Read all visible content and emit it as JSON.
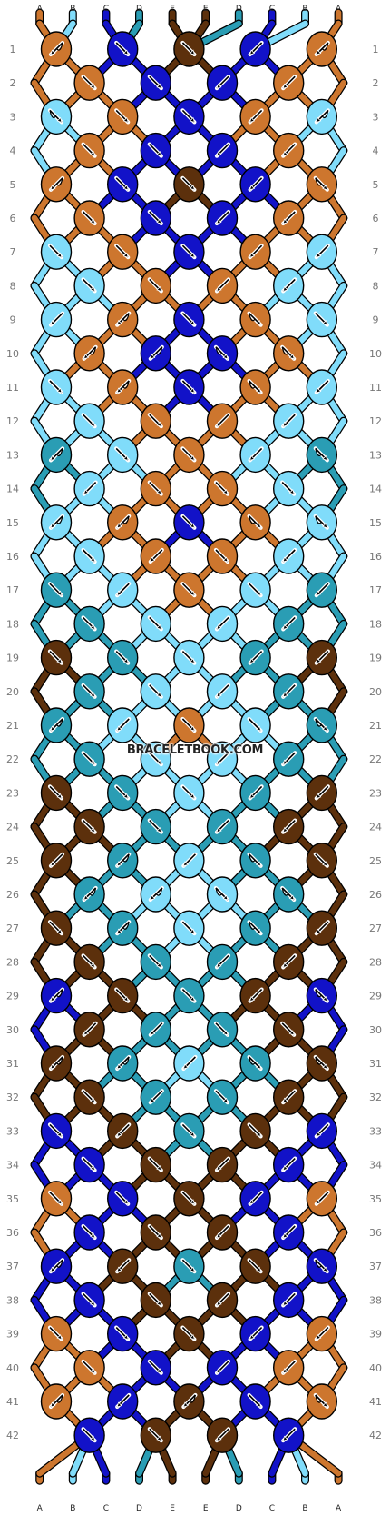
{
  "watermark": "BRACELETBOOK.COM",
  "strand_labels": [
    "A",
    "B",
    "C",
    "D",
    "E",
    "E",
    "D",
    "C",
    "B",
    "A"
  ],
  "row_labels": [
    "1",
    "2",
    "3",
    "4",
    "5",
    "6",
    "7",
    "8",
    "9",
    "10",
    "11",
    "12",
    "13",
    "14",
    "15",
    "16",
    "17",
    "18",
    "19",
    "20",
    "21",
    "22",
    "23",
    "24",
    "25",
    "26",
    "27",
    "28",
    "29",
    "30",
    "31",
    "32",
    "33",
    "34",
    "35",
    "36",
    "37",
    "38",
    "39",
    "40",
    "41",
    "42"
  ],
  "colors": {
    "A": "#cd762e",
    "B": "#80dcfa",
    "C": "#1212c8",
    "D": "#2a9db4",
    "E": "#5c300c",
    "outline": "#000000",
    "background": "#ffffff",
    "row_label": "#777777"
  },
  "knot_rows": [
    [
      [
        "A",
        "bl"
      ],
      [
        "C",
        "fr"
      ],
      [
        "E",
        "fr"
      ],
      [
        "C",
        "fl"
      ],
      [
        "A",
        "bl"
      ]
    ],
    [
      [
        "A",
        "f"
      ],
      [
        "C",
        "f"
      ],
      [
        "C",
        "fl"
      ],
      [
        "A",
        "fl"
      ]
    ],
    [
      [
        "B",
        "br"
      ],
      [
        "A",
        "f"
      ],
      [
        "C",
        "f"
      ],
      [
        "A",
        "fl"
      ],
      [
        "B",
        "bl"
      ]
    ],
    [
      [
        "A",
        "f"
      ],
      [
        "C",
        "f"
      ],
      [
        "C",
        "fl"
      ],
      [
        "A",
        "fl"
      ]
    ],
    [
      [
        "A",
        "bl"
      ],
      [
        "C",
        "f"
      ],
      [
        "E",
        "fr"
      ],
      [
        "C",
        "fl"
      ],
      [
        "A",
        "br"
      ]
    ],
    [
      [
        "A",
        "f"
      ],
      [
        "C",
        "f"
      ],
      [
        "C",
        "fl"
      ],
      [
        "A",
        "fl"
      ]
    ],
    [
      [
        "B",
        "f"
      ],
      [
        "A",
        "f"
      ],
      [
        "C",
        "f"
      ],
      [
        "A",
        "fl"
      ],
      [
        "B",
        "fl"
      ]
    ],
    [
      [
        "B",
        "f"
      ],
      [
        "A",
        "f"
      ],
      [
        "A",
        "fl"
      ],
      [
        "B",
        "fl"
      ]
    ],
    [
      [
        "B",
        "fl"
      ],
      [
        "A",
        "bl"
      ],
      [
        "C",
        "f"
      ],
      [
        "A",
        "br"
      ],
      [
        "B",
        "f"
      ]
    ],
    [
      [
        "A",
        "bl"
      ],
      [
        "C",
        "bl"
      ],
      [
        "C",
        "br"
      ],
      [
        "A",
        "br"
      ]
    ],
    [
      [
        "B",
        "f"
      ],
      [
        "A",
        "bl"
      ],
      [
        "C",
        "f"
      ],
      [
        "A",
        "br"
      ],
      [
        "B",
        "fl"
      ]
    ],
    [
      [
        "B",
        "f"
      ],
      [
        "A",
        "f"
      ],
      [
        "A",
        "fl"
      ],
      [
        "B",
        "fl"
      ]
    ],
    [
      [
        "D",
        "bl"
      ],
      [
        "B",
        "f"
      ],
      [
        "A",
        "f"
      ],
      [
        "B",
        "fl"
      ],
      [
        "D",
        "br"
      ]
    ],
    [
      [
        "B",
        "fl"
      ],
      [
        "A",
        "f"
      ],
      [
        "A",
        "f"
      ],
      [
        "B",
        "f"
      ]
    ],
    [
      [
        "B",
        "bl"
      ],
      [
        "A",
        "bl"
      ],
      [
        "C",
        "f"
      ],
      [
        "A",
        "br"
      ],
      [
        "B",
        "br"
      ]
    ],
    [
      [
        "B",
        "f"
      ],
      [
        "A",
        "fl"
      ],
      [
        "A",
        "f"
      ],
      [
        "B",
        "fl"
      ]
    ],
    [
      [
        "D",
        "f"
      ],
      [
        "B",
        "fl"
      ],
      [
        "A",
        "f"
      ],
      [
        "B",
        "f"
      ],
      [
        "D",
        "fl"
      ]
    ],
    [
      [
        "D",
        "f"
      ],
      [
        "B",
        "f"
      ],
      [
        "B",
        "fl"
      ],
      [
        "D",
        "fl"
      ]
    ],
    [
      [
        "E",
        "f"
      ],
      [
        "D",
        "f"
      ],
      [
        "B",
        "f"
      ],
      [
        "D",
        "fl"
      ],
      [
        "E",
        "fl"
      ]
    ],
    [
      [
        "D",
        "f"
      ],
      [
        "B",
        "f"
      ],
      [
        "B",
        "fl"
      ],
      [
        "D",
        "fl"
      ]
    ],
    [
      [
        "D",
        "bl"
      ],
      [
        "B",
        "fl"
      ],
      [
        "A",
        "f"
      ],
      [
        "B",
        "f"
      ],
      [
        "D",
        "br"
      ]
    ],
    [
      [
        "D",
        "f"
      ],
      [
        "B",
        "f"
      ],
      [
        "B",
        "fl"
      ],
      [
        "D",
        "fl"
      ]
    ],
    [
      [
        "E",
        "f"
      ],
      [
        "D",
        "f"
      ],
      [
        "B",
        "f"
      ],
      [
        "D",
        "fl"
      ],
      [
        "E",
        "fl"
      ]
    ],
    [
      [
        "E",
        "f"
      ],
      [
        "D",
        "f"
      ],
      [
        "D",
        "fl"
      ],
      [
        "E",
        "fl"
      ]
    ],
    [
      [
        "E",
        "fl"
      ],
      [
        "D",
        "bl"
      ],
      [
        "B",
        "fl"
      ],
      [
        "D",
        "br"
      ],
      [
        "E",
        "f"
      ]
    ],
    [
      [
        "D",
        "bl"
      ],
      [
        "B",
        "bl"
      ],
      [
        "B",
        "br"
      ],
      [
        "D",
        "br"
      ]
    ],
    [
      [
        "E",
        "f"
      ],
      [
        "D",
        "bl"
      ],
      [
        "B",
        "f"
      ],
      [
        "D",
        "br"
      ],
      [
        "E",
        "fl"
      ]
    ],
    [
      [
        "E",
        "f"
      ],
      [
        "D",
        "f"
      ],
      [
        "D",
        "fl"
      ],
      [
        "E",
        "fl"
      ]
    ],
    [
      [
        "C",
        "bl"
      ],
      [
        "E",
        "f"
      ],
      [
        "D",
        "f"
      ],
      [
        "E",
        "fl"
      ],
      [
        "C",
        "br"
      ]
    ],
    [
      [
        "E",
        "fl"
      ],
      [
        "D",
        "fl"
      ],
      [
        "D",
        "f"
      ],
      [
        "E",
        "f"
      ]
    ],
    [
      [
        "E",
        "bl"
      ],
      [
        "D",
        "bl"
      ],
      [
        "B",
        "fl"
      ],
      [
        "D",
        "br"
      ],
      [
        "E",
        "br"
      ]
    ],
    [
      [
        "E",
        "f"
      ],
      [
        "D",
        "fl"
      ],
      [
        "D",
        "f"
      ],
      [
        "E",
        "fl"
      ]
    ],
    [
      [
        "C",
        "f"
      ],
      [
        "E",
        "fl"
      ],
      [
        "D",
        "f"
      ],
      [
        "E",
        "f"
      ],
      [
        "C",
        "fl"
      ]
    ],
    [
      [
        "C",
        "f"
      ],
      [
        "E",
        "f"
      ],
      [
        "E",
        "fl"
      ],
      [
        "C",
        "fl"
      ]
    ],
    [
      [
        "A",
        "f"
      ],
      [
        "C",
        "f"
      ],
      [
        "E",
        "f"
      ],
      [
        "C",
        "fl"
      ],
      [
        "A",
        "fl"
      ]
    ],
    [
      [
        "C",
        "f"
      ],
      [
        "E",
        "f"
      ],
      [
        "E",
        "fl"
      ],
      [
        "C",
        "fl"
      ]
    ],
    [
      [
        "C",
        "bl"
      ],
      [
        "E",
        "fl"
      ],
      [
        "D",
        "f"
      ],
      [
        "E",
        "f"
      ],
      [
        "C",
        "br"
      ]
    ],
    [
      [
        "C",
        "f"
      ],
      [
        "E",
        "f"
      ],
      [
        "E",
        "fl"
      ],
      [
        "C",
        "fl"
      ]
    ],
    [
      [
        "A",
        "f"
      ],
      [
        "C",
        "f"
      ],
      [
        "E",
        "f"
      ],
      [
        "C",
        "fl"
      ],
      [
        "A",
        "fl"
      ]
    ],
    [
      [
        "A",
        "f"
      ],
      [
        "C",
        "f"
      ],
      [
        "C",
        "fl"
      ],
      [
        "A",
        "fl"
      ]
    ],
    [
      [
        "A",
        "bl"
      ],
      [
        "C",
        "fl"
      ],
      [
        "E",
        "bl"
      ],
      [
        "C",
        "f"
      ],
      [
        "A",
        "br"
      ]
    ],
    [
      [
        "C",
        "f"
      ],
      [
        "E",
        "f"
      ],
      [
        "E",
        "fl"
      ],
      [
        "C",
        "fl"
      ]
    ]
  ],
  "end_strands": [
    "A",
    "B",
    "C",
    "D",
    "E",
    "E",
    "D",
    "C",
    "B",
    "A"
  ]
}
